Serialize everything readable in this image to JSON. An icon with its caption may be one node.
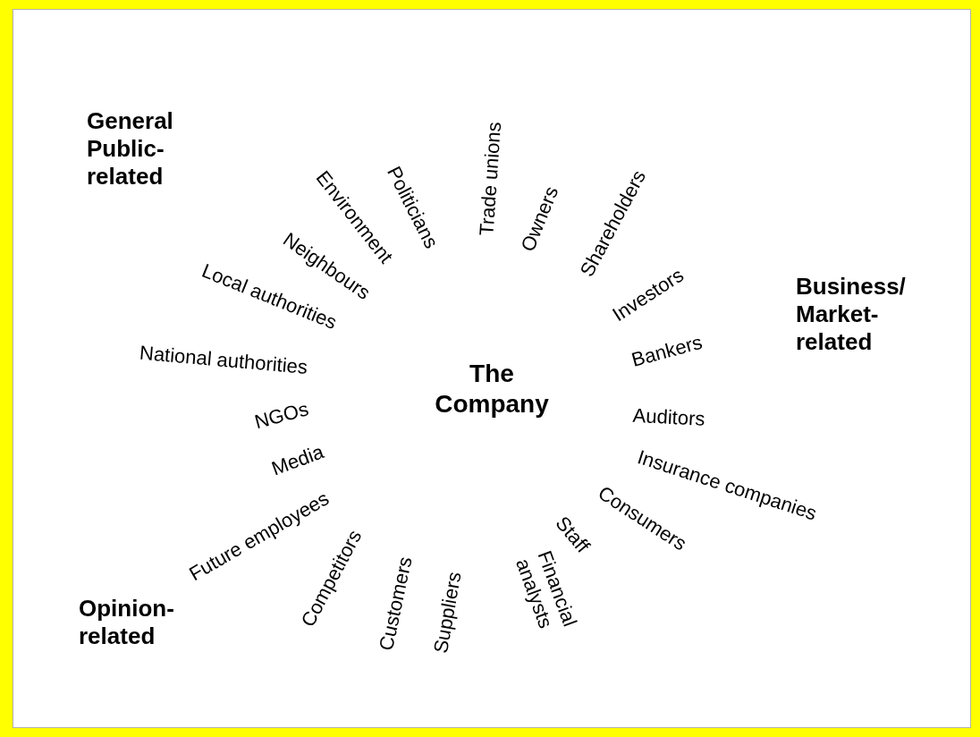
{
  "diagram": {
    "labels": [
      "General Public-related",
      "Trade unions",
      "Politicians",
      "Shareholders",
      "Owners",
      "Environment",
      "Neighbours",
      "Investors",
      "Business/ Market-related",
      "Local authorities",
      "Bankers",
      "National authorities",
      "The Company",
      "NGOs",
      "Auditors",
      "Media",
      "Insurance companies",
      "Future employees",
      "Consumers",
      "Staff",
      "Competitors",
      "Financial analysts",
      "Customers",
      "Suppliers",
      "Opinion-related"
    ]
  }
}
